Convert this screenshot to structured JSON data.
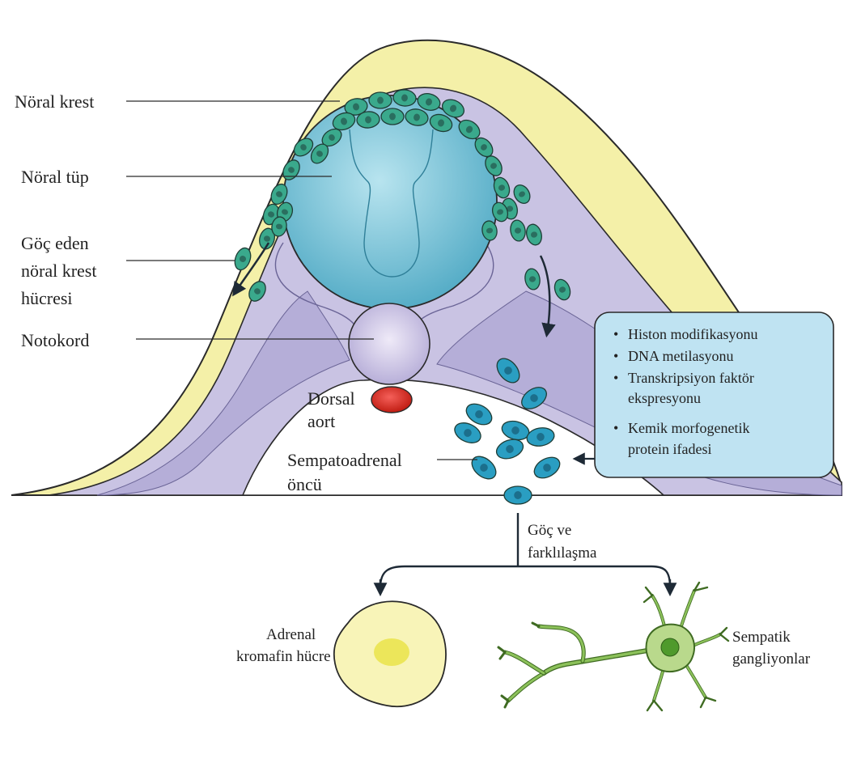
{
  "labels": {
    "neural_crest": "Nöral krest",
    "neural_tube": "Nöral tüp",
    "migrating_1": "Göç eden",
    "migrating_2": "nöral krest",
    "migrating_3": "hücresi",
    "notochord": "Notokord",
    "dorsal_1": "Dorsal",
    "dorsal_2": "aort",
    "sympatho_1": "Sempatoadrenal",
    "sympatho_2": "öncü",
    "migration_1": "Göç ve",
    "migration_2": "farklılaşma",
    "adrenal_1": "Adrenal",
    "adrenal_2": "kromafin hücre",
    "sympathetic_1": "Sempatik",
    "sympathetic_2": "gangliyonlar"
  },
  "info_box": {
    "bullet": "•",
    "lines": [
      "Histon modifikasyonu",
      "DNA metilasyonu",
      "Transkripsiyon faktör",
      "ekspresyonu",
      "Kemik morfogenetik",
      "protein ifadesi"
    ]
  },
  "colors": {
    "ectoderm_yellow": "#f4f0a8",
    "ectoderm_outline": "#2a2a2a",
    "mesoderm_purple": "#c9c3e3",
    "mesoderm_dark": "#a9a2cf",
    "neural_tube": "#7fc6d8",
    "neural_crest_cell": "#3aa98c",
    "sympathoadrenal_cell": "#2a9ec2",
    "dorsal_aorta": "#d9261c",
    "info_box_fill": "#bfe3f2",
    "adrenal_cell": "#f8f4b8",
    "neuron": "#76a84a"
  }
}
